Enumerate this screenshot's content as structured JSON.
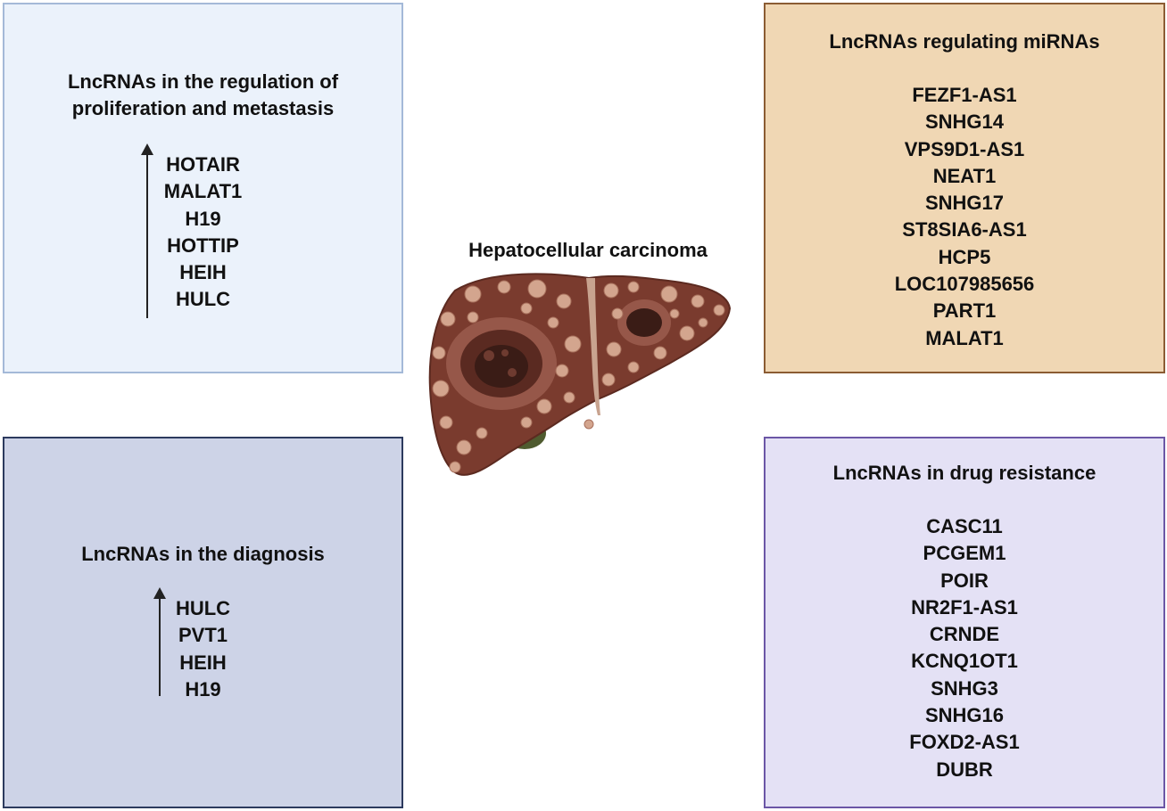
{
  "center": {
    "title": "Hepatocellular carcinoma"
  },
  "boxes": {
    "proliferation": {
      "title": "LncRNAs in the regulation of\nproliferation and metastasis",
      "items": [
        "HOTAIR",
        "MALAT1",
        "H19",
        "HOTTIP",
        "HEIH",
        "HULC"
      ],
      "arrow": "up"
    },
    "mirna": {
      "title": "LncRNAs regulating miRNAs",
      "items": [
        "FEZF1-AS1",
        "SNHG14",
        "VPS9D1-AS1",
        "NEAT1",
        "SNHG17",
        "ST8SIA6-AS1",
        "HCP5",
        "LOC107985656",
        "PART1",
        "MALAT1"
      ]
    },
    "diagnosis": {
      "title": "LncRNAs in the diagnosis",
      "items": [
        "HULC",
        "PVT1",
        "HEIH",
        "H19"
      ],
      "arrow": "up"
    },
    "drug": {
      "title": "LncRNAs in drug resistance",
      "items": [
        "CASC11",
        "PCGEM1",
        "POIR",
        "NR2F1-AS1",
        "CRNDE",
        "KCNQ1OT1",
        "SNHG3",
        "SNHG16",
        "FOXD2-AS1",
        "DUBR"
      ]
    }
  },
  "colors": {
    "proliferation_fill": "#ebf2fb",
    "mirna_fill": "#f0d7b4",
    "diagnosis_fill": "#cdd3e7",
    "drug_fill": "#e4e1f5",
    "liver_tissue": "#7a3b2e",
    "tumor_nodule": "#c9937c"
  },
  "illustration": {
    "icon": "liver-with-tumors-icon"
  }
}
